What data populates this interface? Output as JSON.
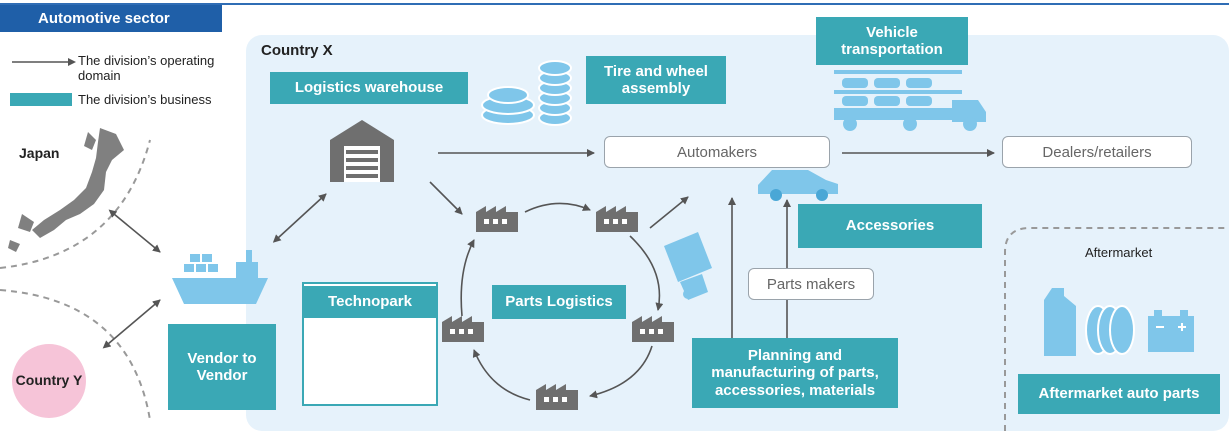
{
  "header": {
    "sector_label": "Automotive sector"
  },
  "legend": {
    "arrow_label": "The division’s operating domain",
    "box_label": "The division’s business"
  },
  "regions": {
    "country_x": "Country X",
    "japan": "Japan",
    "country_y": "Country Y",
    "aftermarket": "Aftermarket"
  },
  "businesses": {
    "logistics_warehouse": "Logistics warehouse",
    "tire_wheel": "Tire and wheel assembly",
    "vehicle_transportation": "Vehicle transportation",
    "accessories": "Accessories",
    "technopark": "Technopark",
    "parts_logistics": "Parts Logistics",
    "vendor_to_vendor": "Vendor to Vendor",
    "planning_manufacturing": "Planning and manufacturing of parts, accessories, materials",
    "aftermarket_parts": "Aftermarket auto parts"
  },
  "nodes": {
    "automakers": "Automakers",
    "dealers": "Dealers/retailers",
    "parts_makers": "Parts makers"
  },
  "colors": {
    "header_blue": "#1f5fa8",
    "teal": "#3aa8b5",
    "region_bg": "#e6f2fb",
    "icon_gray": "#6f6f6f",
    "icon_blue": "#8fd0ef",
    "country_y_pink": "#f6c4d8"
  }
}
